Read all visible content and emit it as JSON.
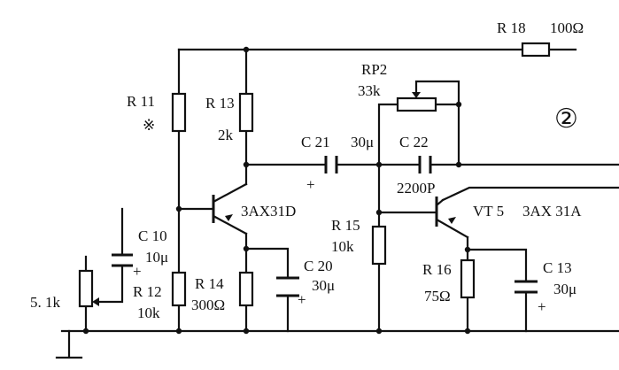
{
  "circuit_number": "②",
  "components": {
    "r18": {
      "name": "R 18",
      "value": "100Ω"
    },
    "r11": {
      "name": "R 11",
      "note": "※"
    },
    "r13": {
      "name": "R 13",
      "value": "2k"
    },
    "rp2": {
      "name": "RP2",
      "value": "33k"
    },
    "c21": {
      "name": "C 21",
      "value": "30μ",
      "polarity": "+"
    },
    "c22": {
      "name": "C 22",
      "value": "2200P"
    },
    "vt_left": {
      "model": "3AX31D"
    },
    "vt5": {
      "name": "VT 5",
      "model": "3AX 31A"
    },
    "c10": {
      "name": "C 10",
      "value": "10μ",
      "polarity": "+"
    },
    "pot": {
      "value": "5. 1k"
    },
    "r12": {
      "name": "R 12",
      "value": "10k"
    },
    "r14": {
      "name": "R 14",
      "value": "300Ω"
    },
    "c20": {
      "name": "C 20",
      "value": "30μ",
      "polarity": "+"
    },
    "r15": {
      "name": "R 15",
      "value": "10k"
    },
    "r16": {
      "name": "R 16",
      "value": "75Ω"
    },
    "c13": {
      "name": "C 13",
      "value": "30μ",
      "polarity": "+"
    }
  }
}
